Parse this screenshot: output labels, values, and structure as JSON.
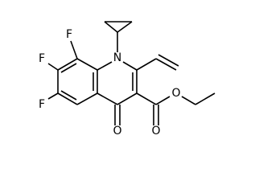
{
  "structure": {
    "atoms": {
      "f8": "F",
      "f7": "F",
      "f6": "F",
      "n1": "N",
      "o_ketone": "O",
      "o_carbonyl": "O",
      "o_ester": "O"
    }
  }
}
